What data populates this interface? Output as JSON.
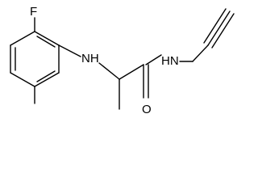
{
  "diagram": {
    "kind": "chemical-structure",
    "atom_labels": {
      "fluorine": "F",
      "amine": "NH",
      "amide_nh": "HN",
      "carbonyl_oxygen": "O"
    }
  }
}
